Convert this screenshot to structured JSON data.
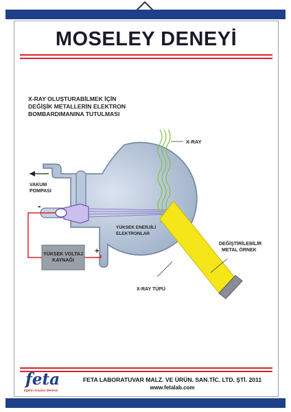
{
  "title": "MOSELEY DENEYİ",
  "subtitle_lines": [
    "X-RAY OLUŞTURABİLMEK İÇİN",
    "DEĞİŞİK METALLERİN ELEKTRON",
    "BOMBARDIMANINA TUTULMASI"
  ],
  "labels": {
    "xray": "X-RAY",
    "vacuum_pump_1": "VAKUM",
    "vacuum_pump_2": "POMPASI",
    "minus": "-",
    "plus": "+",
    "high_voltage_1": "YÜKSEK VOLTAJ",
    "high_voltage_2": "KAYNAĞI",
    "electrons_1": "YÜKSEK ENERJİLİ",
    "electrons_2": "ELEKTRONLAR",
    "metal_sample_1": "DEĞİŞTİRİLEBİLİR",
    "metal_sample_2": "METAL ÖRNEK",
    "xray_tube": "X-RAY TÜPÜ"
  },
  "footer": {
    "company": "FETA LABORATUVAR MALZ. VE ÜRÜN. SAN.TİC. LTD. ŞTİ. 2011",
    "website": "www.fetalab.com",
    "logo_text": "feta",
    "logo_tagline": "Eğitim Araçları Merkezi"
  },
  "colors": {
    "rail": "#1e3f8a",
    "accent_red": "#d8232a",
    "tube_fill": "#b9c7dc",
    "metal_sample": "#f5e61a",
    "xray_waves": "#7cc242",
    "beam": "#7b5cc4"
  }
}
